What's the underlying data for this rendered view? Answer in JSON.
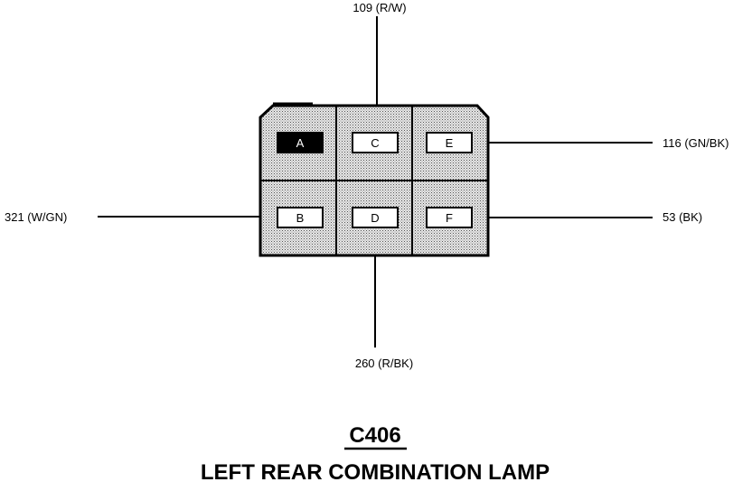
{
  "connector": {
    "id": "C406",
    "title": "LEFT REAR COMBINATION LAMP",
    "pins": [
      {
        "label": "A",
        "filled": true
      },
      {
        "label": "C",
        "filled": false
      },
      {
        "label": "E",
        "filled": false
      },
      {
        "label": "B",
        "filled": false
      },
      {
        "label": "D",
        "filled": false
      },
      {
        "label": "F",
        "filled": false
      }
    ]
  },
  "wires": {
    "c": "109 (R/W)",
    "e": "116 (GN/BK)",
    "b": "321 (W/GN)",
    "f": "53 (BK)",
    "d": "260 (R/BK)"
  },
  "colors": {
    "line": "#000000",
    "housing_fill": "#d8d8d8",
    "pin_filled": "#000000",
    "pin_empty": "#ffffff"
  }
}
